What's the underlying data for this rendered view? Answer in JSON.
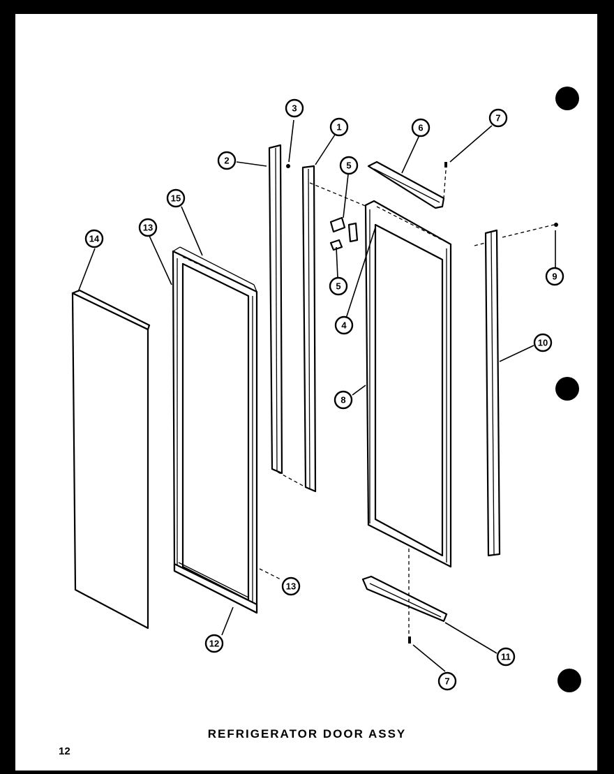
{
  "title": "REFRIGERATOR DOOR ASSY",
  "page_number": "12",
  "callouts": [
    "1",
    "2",
    "3",
    "4",
    "5",
    "5",
    "6",
    "7",
    "7",
    "8",
    "9",
    "10",
    "11",
    "12",
    "13",
    "13",
    "14",
    "15"
  ]
}
